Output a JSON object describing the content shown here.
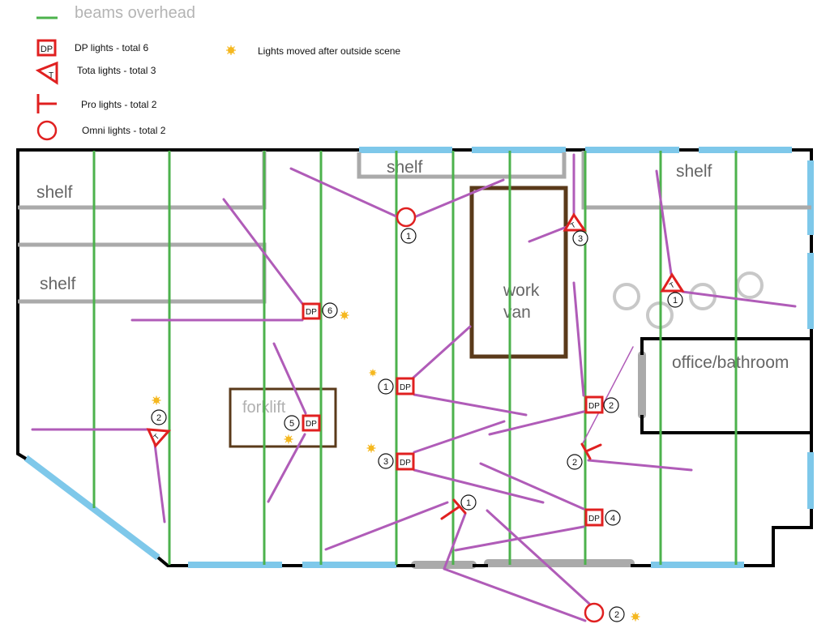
{
  "legend": {
    "beams": "beams overhead",
    "dp": "DP lights - total 6",
    "tota": "Tota lights - total 3",
    "pro": "Pro lights - total 2",
    "omni": "Omni lights - total 2",
    "moved": "Lights moved after outside scene"
  },
  "symbols": {
    "dp_glyph": "DP",
    "tota_glyph": "T"
  },
  "areas": {
    "shelf_top_left": "shelf",
    "shelf_mid_left": "shelf",
    "shelf_top_center": "shelf",
    "shelf_top_right": "shelf",
    "work_van_line1": "work",
    "work_van_line2": "van",
    "forklift": "forklift",
    "office": "office/bathroom"
  },
  "lights": {
    "omni_1": "1",
    "omni_2": "2",
    "tota_1": "1",
    "tota_2": "2",
    "tota_3": "3",
    "dp_1": "1",
    "dp_2": "2",
    "dp_3": "3",
    "dp_4": "4",
    "dp_5": "5",
    "dp_6": "6",
    "pro_1": "1",
    "pro_2": "2"
  },
  "colors": {
    "beam": "#4cb24c",
    "wall": "#000000",
    "window": "#7ec8ea",
    "door": "#aaaaaa",
    "light": "#e02020",
    "beam_line": "#b05cb8",
    "vehicle": "#5a3a1a",
    "moved_marker": "#f5b820",
    "area_label": "#666666"
  }
}
